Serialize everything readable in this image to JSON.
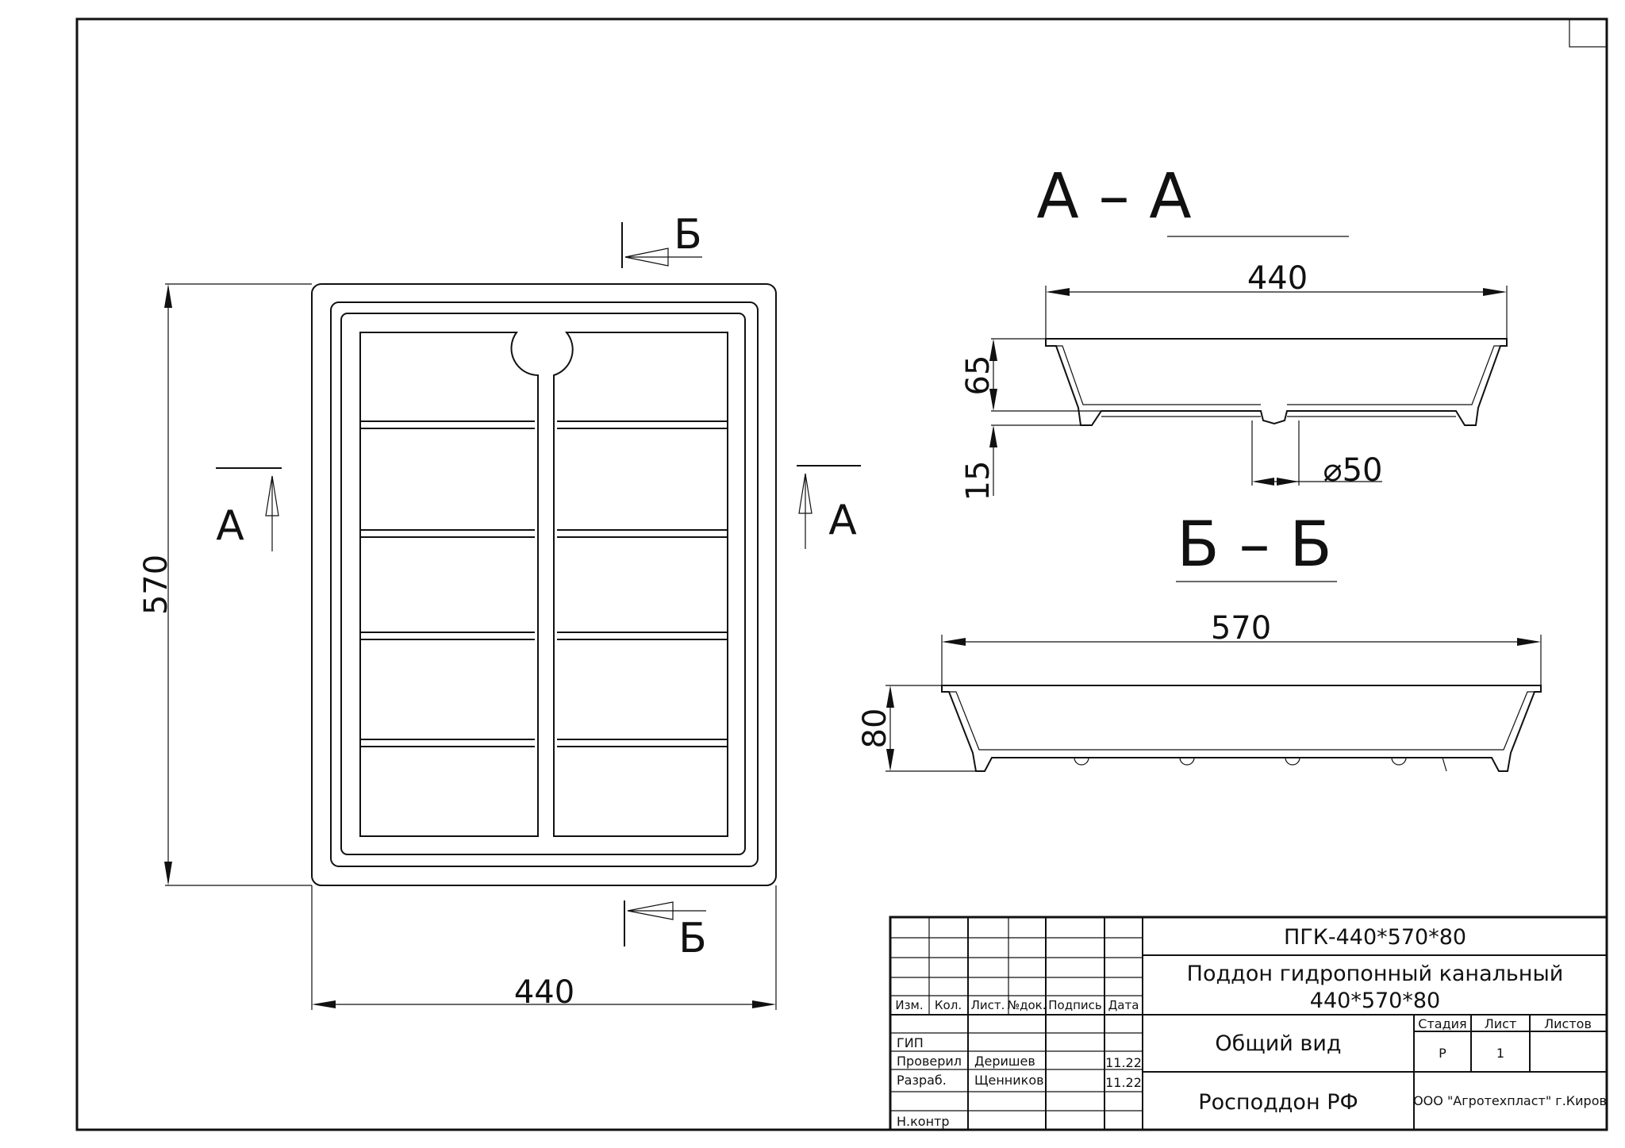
{
  "front_view": {
    "width_dim": "440",
    "height_dim": "570",
    "cut_a_left": "А",
    "cut_a_right": "А",
    "cut_b_top": "Б",
    "cut_b_bottom": "Б"
  },
  "section_aa": {
    "title": "А – А",
    "width_dim": "440",
    "height_dim": "65",
    "foot_dim": "15",
    "hole_dim": "⌀50"
  },
  "section_bb": {
    "title": "Б – Б",
    "width_dim": "570",
    "height_dim": "80"
  },
  "title_block": {
    "code": "ПГК-440*570*80",
    "name_line1": "Поддон гидропонный канальный",
    "name_line2": "440*570*80",
    "view": "Общий вид",
    "company": "Росподдон РФ",
    "org": "ООО \"Агротехпласт\" г.Киров",
    "headers": [
      "Изм.",
      "Кол.",
      "Лист.",
      "№док.",
      "Подпись",
      "Дата"
    ],
    "stage_label": "Стадия",
    "sheet_label": "Лист",
    "sheets_label": "Листов",
    "stage_value": "Р",
    "sheet_value": "1",
    "rows": [
      {
        "role": "ГИП",
        "name": "",
        "date": ""
      },
      {
        "role": "Проверил",
        "name": "Деришев",
        "date": "11.22"
      },
      {
        "role": "Разраб.",
        "name": "Щенников",
        "date": "11.22"
      },
      {
        "role": "",
        "name": "",
        "date": ""
      },
      {
        "role": "Н.контр",
        "name": "",
        "date": ""
      }
    ]
  }
}
